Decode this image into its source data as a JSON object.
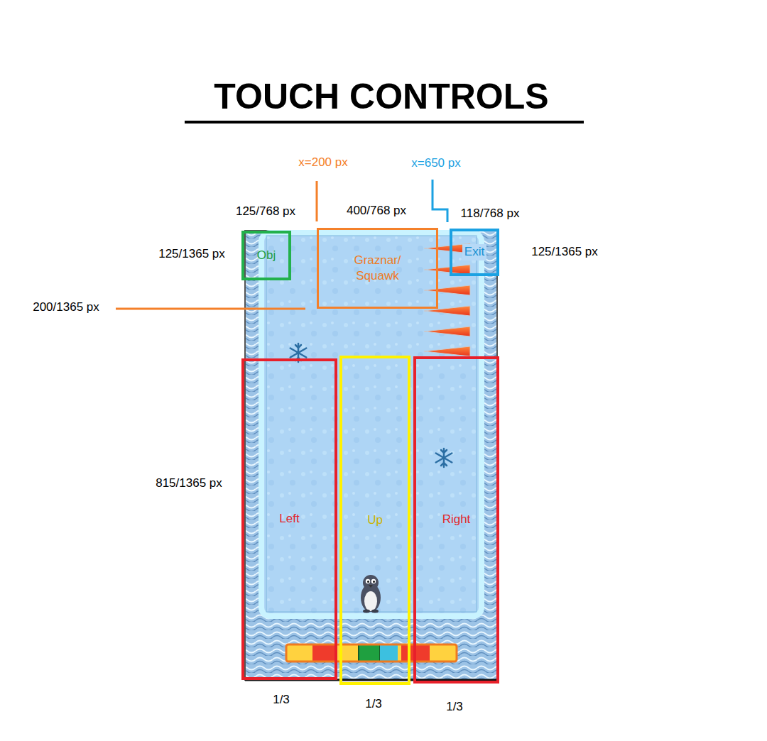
{
  "diagram": {
    "title": "TOUCH CONTROLS",
    "nodes": [
      {
        "text": [
          "Obj"
        ]
      },
      {
        "text": [
          "Graznar/ Squawk"
        ]
      },
      {
        "text": [
          "Exit"
        ]
      },
      {
        "text": [
          "Left"
        ]
      },
      {
        "text": [
          "Up"
        ]
      },
      {
        "text": [
          "Right"
        ]
      }
    ],
    "labels": [
      "x=200 px",
      "x=650 px",
      "125/768 px",
      "400/768 px",
      "118/768 px",
      "125/1365 px",
      "125/1365 px",
      "200/1365 px",
      "815/1365 px",
      "1/3",
      "1/3",
      "1/3"
    ]
  }
}
